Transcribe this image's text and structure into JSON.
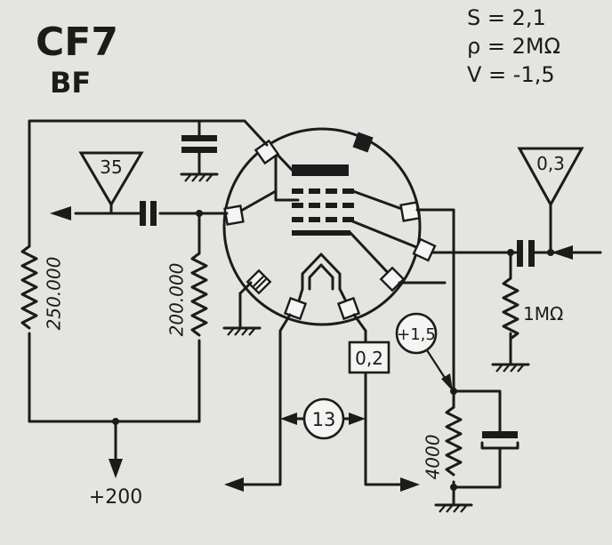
{
  "header": {
    "tube_type": "CF7",
    "subtitle": "BF",
    "specs": [
      "S = 2,1",
      "ρ = 2MΩ",
      "V = -1,5"
    ]
  },
  "labels": {
    "output_level": "35",
    "input_level": "0,3",
    "resistor_left": "250.000",
    "resistor_mid": "200.000",
    "grid_resistor": "1MΩ",
    "cathode_resistor": "4000",
    "cathode_voltage": "+1,5",
    "heater_current": "0,2",
    "heater_voltage": "13",
    "supply": "+200"
  },
  "colors": {
    "ink": "#1b1b1b",
    "paper": "#e4e4e1",
    "pin_fill": "#f4f4f2"
  }
}
